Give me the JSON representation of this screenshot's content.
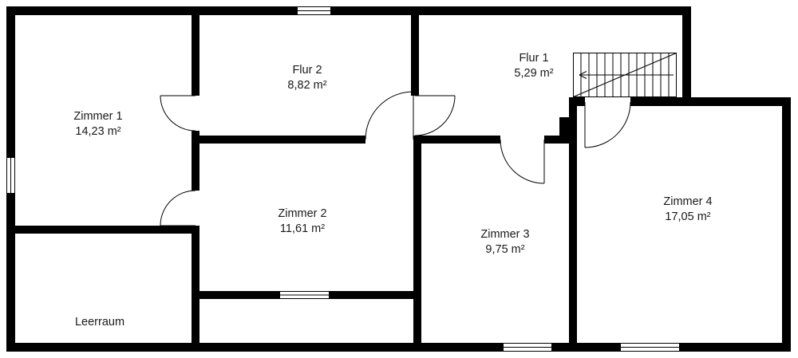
{
  "floor_plan": {
    "rooms": [
      {
        "name": "Zimmer 1",
        "area": "14,23 m²"
      },
      {
        "name": "Flur 2",
        "area": "8,82 m²"
      },
      {
        "name": "Flur 1",
        "area": "5,29 m²"
      },
      {
        "name": "Zimmer 2",
        "area": "11,61 m²"
      },
      {
        "name": "Zimmer 3",
        "area": "9,75 m²"
      },
      {
        "name": "Zimmer 4",
        "area": "17,05 m²"
      },
      {
        "name": "Leerraum",
        "area": ""
      }
    ],
    "icons": {
      "stairs": "stairs-icon",
      "door": "door-swing-icon",
      "window": "window-icon"
    },
    "colors": {
      "wall": "#000000",
      "background": "#ffffff",
      "line": "#000000",
      "text": "#1a1a1a"
    }
  }
}
